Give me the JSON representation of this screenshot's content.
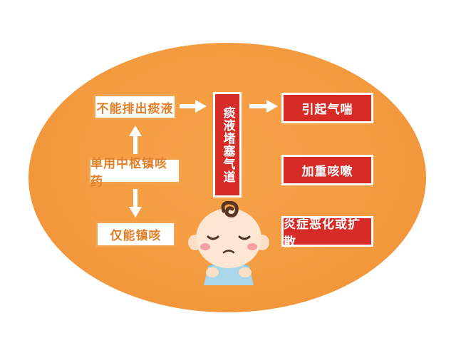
{
  "nodes": {
    "cannot_expel": "不能排出痰液",
    "central_antitussive": "单用中枢镇咳药",
    "only_suppress": "仅能镇咳",
    "blocked_airway": "痰液堵塞气道",
    "wheezing": "引起气喘",
    "worse_cough": "加重咳嗽",
    "inflammation_spread": "炎症恶化或扩散"
  },
  "edges": [
    {
      "from": "central_antitussive",
      "to": "cannot_expel"
    },
    {
      "from": "central_antitussive",
      "to": "only_suppress"
    },
    {
      "from": "cannot_expel",
      "to": "blocked_airway"
    },
    {
      "from": "blocked_airway",
      "to": "wheezing"
    }
  ],
  "colors": {
    "background_oval": "#f49b40",
    "white_box_border": "#f3a24e",
    "white_box_text": "#e2802a",
    "red_box": "#d62b27",
    "arrow": "#ffffff"
  },
  "illustration": {
    "icon": "sleeping-baby-illustration"
  }
}
